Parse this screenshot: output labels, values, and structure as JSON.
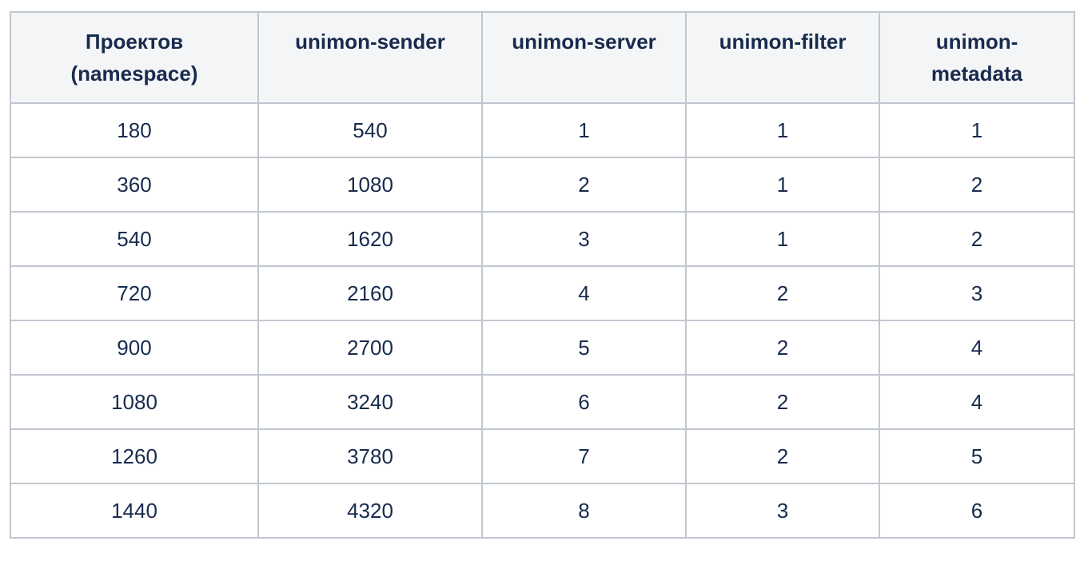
{
  "table": {
    "headers": [
      "Проектов (namespace)",
      "unimon-sender",
      "unimon-server",
      "unimon-filter",
      "unimon-metadata"
    ],
    "rows": [
      [
        "180",
        "540",
        "1",
        "1",
        "1"
      ],
      [
        "360",
        "1080",
        "2",
        "1",
        "2"
      ],
      [
        "540",
        "1620",
        "3",
        "1",
        "2"
      ],
      [
        "720",
        "2160",
        "4",
        "2",
        "3"
      ],
      [
        "900",
        "2700",
        "5",
        "2",
        "4"
      ],
      [
        "1080",
        "3240",
        "6",
        "2",
        "4"
      ],
      [
        "1260",
        "3780",
        "7",
        "2",
        "5"
      ],
      [
        "1440",
        "4320",
        "8",
        "3",
        "6"
      ]
    ]
  }
}
